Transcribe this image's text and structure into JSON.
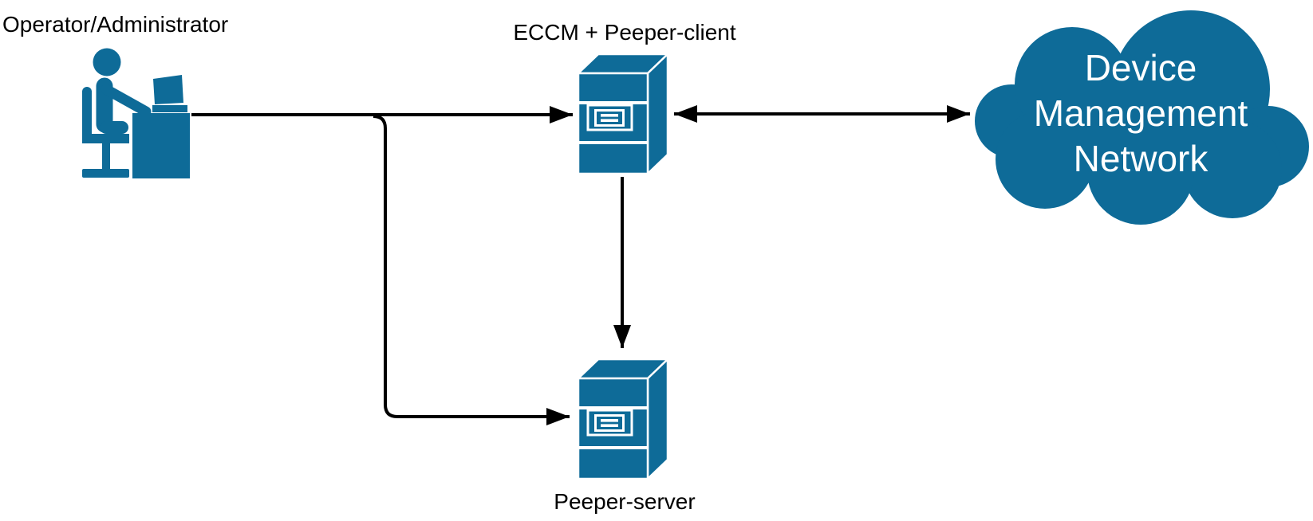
{
  "diagram": {
    "type": "network-architecture",
    "colors": {
      "node_fill": "#0e6b98",
      "connector": "#000000",
      "label_text": "#000000",
      "cloud_text": "#ffffff",
      "canvas": "#ffffff"
    },
    "nodes": {
      "operator": {
        "label": "Operator/Administrator",
        "icon": "person-at-desk-icon"
      },
      "eccm_client": {
        "label": "ECCM + Peeper-client",
        "icon": "server-icon"
      },
      "peeper_server": {
        "label": "Peeper-server",
        "icon": "server-icon"
      },
      "cloud": {
        "label": "Device Management Network",
        "lines": [
          "Device",
          "Management",
          "Network"
        ],
        "icon": "cloud-icon"
      }
    },
    "edges": [
      {
        "from": "operator",
        "to": "eccm_client",
        "direction": "one-way"
      },
      {
        "from": "operator",
        "to": "peeper_server",
        "direction": "one-way"
      },
      {
        "from": "eccm_client",
        "to": "cloud",
        "direction": "two-way"
      },
      {
        "from": "eccm_client",
        "to": "peeper_server",
        "direction": "one-way"
      }
    ]
  }
}
